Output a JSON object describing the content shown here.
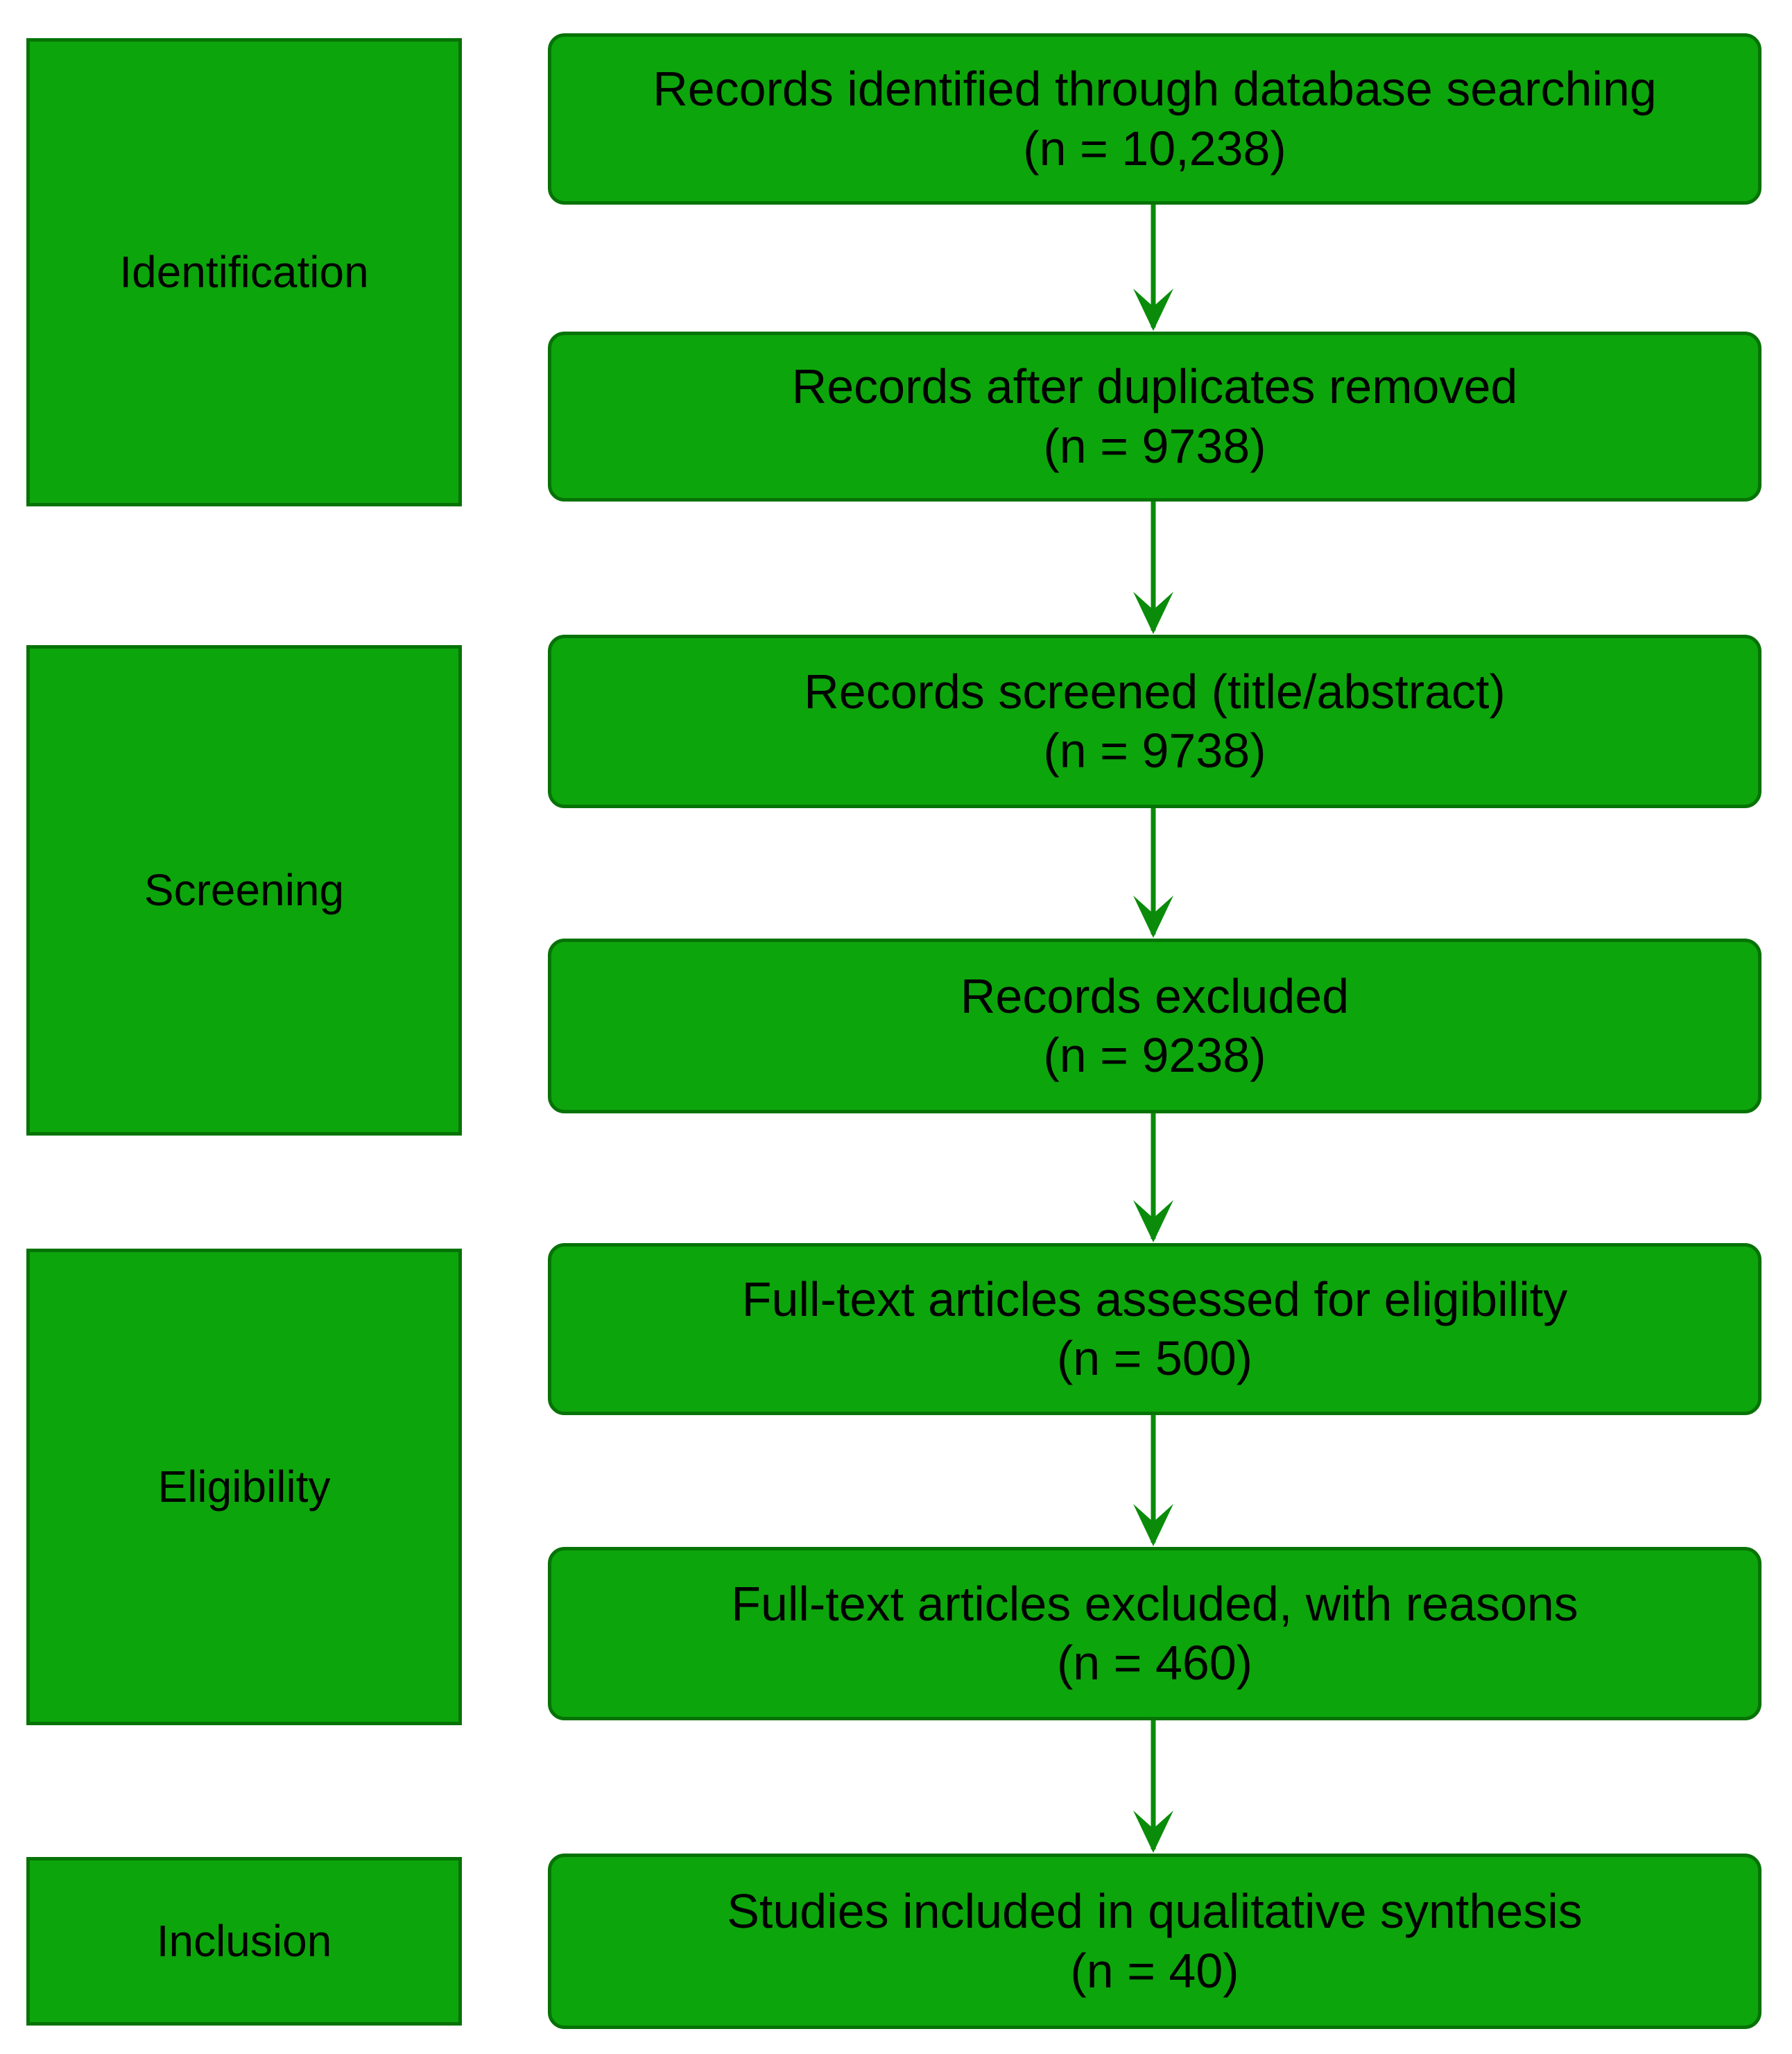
{
  "diagram_type": "prisma-flow",
  "stages": [
    {
      "label": "Identification"
    },
    {
      "label": "Screening"
    },
    {
      "label": "Eligibility"
    },
    {
      "label": "Inclusion"
    }
  ],
  "boxes": [
    {
      "label": "Records identified through database searching",
      "count": "(n = 10,238)"
    },
    {
      "label": "Records after duplicates removed",
      "count": "(n = 9738)"
    },
    {
      "label": "Records screened (title/abstract)",
      "count": "(n = 9738)"
    },
    {
      "label": "Records excluded",
      "count": "(n = 9238)"
    },
    {
      "label": "Full-text articles assessed for eligibility",
      "count": "(n = 500)"
    },
    {
      "label": "Full-text articles excluded, with reasons",
      "count": "(n = 460)"
    },
    {
      "label": "Studies included in qualitative synthesis",
      "count": "(n = 40)"
    }
  ],
  "colors": {
    "box_fill": "#0da50c",
    "box_border": "#067306",
    "arrow": "#0a8c0a",
    "text": "#000000",
    "background": "#ffffff"
  }
}
